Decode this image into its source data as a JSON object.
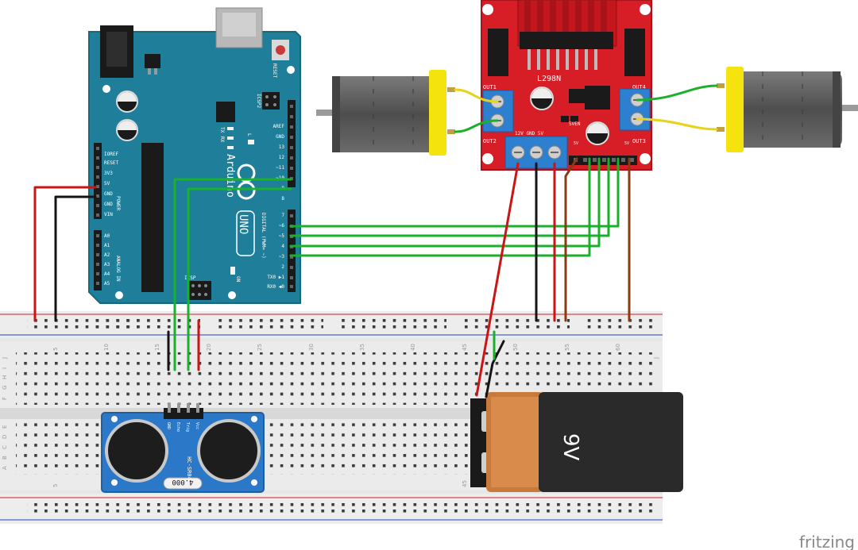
{
  "colors": {
    "arduino": "#1f7f9a",
    "driver": "#d71d25",
    "breadboard": "#e9e9e9",
    "rail_red": "#d94a4a",
    "rail_blue": "#4a64c8",
    "wire_red": "#cc1414",
    "wire_black": "#141414",
    "wire_green": "#19b02a",
    "wire_brown": "#8a3a10",
    "wire_yellow": "#e8d21a",
    "motor": "#5b5b5b",
    "motor_cap": "#f5e30d",
    "sensor": "#2b78c9",
    "battery": "#2a2a2a",
    "battery_label": "#c87a3c"
  },
  "arduino": {
    "brand": "Arduino",
    "model": "UNO",
    "reset": "RESET",
    "icsp2": "ICSP2",
    "icsp": "ICSP",
    "on": "ON",
    "l": "L",
    "tx": "TX",
    "rx": "RX",
    "power_pins": [
      "IOREF",
      "RESET",
      "3V3",
      "5V",
      "GND",
      "GND",
      "VIN"
    ],
    "power_label": "POWER",
    "analog_pins": [
      "A0",
      "A1",
      "A2",
      "A3",
      "A4",
      "A5"
    ],
    "analog_label": "ANALOG IN",
    "digital_top": [
      "AREF",
      "GND",
      "13",
      "12",
      "~11",
      "~10",
      "~9",
      "8"
    ],
    "digital_bottom": [
      "7",
      "~6",
      "~5",
      "4",
      "~3",
      "2",
      "TX0 ▶1",
      "RX0 ◀0"
    ],
    "digital_label": "DIGITAL (PWM= ~)"
  },
  "driver": {
    "name": "L298N",
    "out1": "OUT1",
    "out2": "OUT2",
    "out3": "OUT3",
    "out4": "OUT4",
    "en5v": "5VEN",
    "power_terminals": "12V GND  5V",
    "pin_5v_left": "5V",
    "pin_5v_right": "5V"
  },
  "breadboard": {
    "col_numbers": [
      "5",
      "10",
      "15",
      "20",
      "25",
      "30",
      "35",
      "40",
      "45",
      "50",
      "55",
      "60"
    ],
    "rows_top": [
      "J",
      "I",
      "H",
      "G",
      "F"
    ],
    "rows_bottom": [
      "E",
      "D",
      "C",
      "B",
      "A"
    ]
  },
  "sensor": {
    "name": "HC-SR04",
    "freq": "4.000",
    "pins": [
      "GND",
      "Echo",
      "Trig",
      "Vcc"
    ]
  },
  "battery": {
    "label": "9V"
  },
  "watermark": "fritzing"
}
